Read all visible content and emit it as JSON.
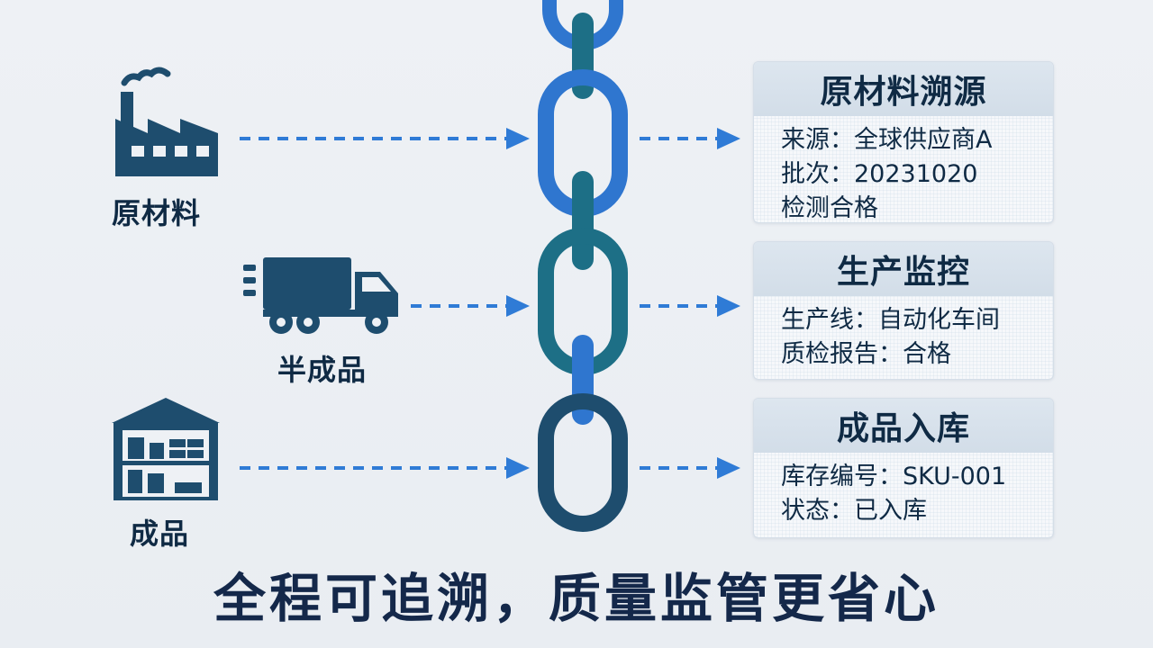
{
  "stages": [
    {
      "label": "原材料",
      "icon": "factory-icon"
    },
    {
      "label": "半成品",
      "icon": "truck-icon"
    },
    {
      "label": "成品",
      "icon": "warehouse-icon"
    }
  ],
  "cards": [
    {
      "title": "原材料溯源",
      "lines": [
        "来源：全球供应商A",
        "批次：20231020",
        "检测合格"
      ]
    },
    {
      "title": "生产监控",
      "lines": [
        "生产线：自动化车间",
        "质检报告：合格"
      ]
    },
    {
      "title": "成品入库",
      "lines": [
        "库存编号：SKU-001",
        "状态：已入库"
      ]
    }
  ],
  "tagline": "全程可追溯，质量监管更省心",
  "colors": {
    "navy": "#1e4d6e",
    "chain_blue": "#2f76cf",
    "chain_teal": "#1d6f86",
    "arrow_blue": "#2f7bd6",
    "text": "#0f2a44"
  }
}
